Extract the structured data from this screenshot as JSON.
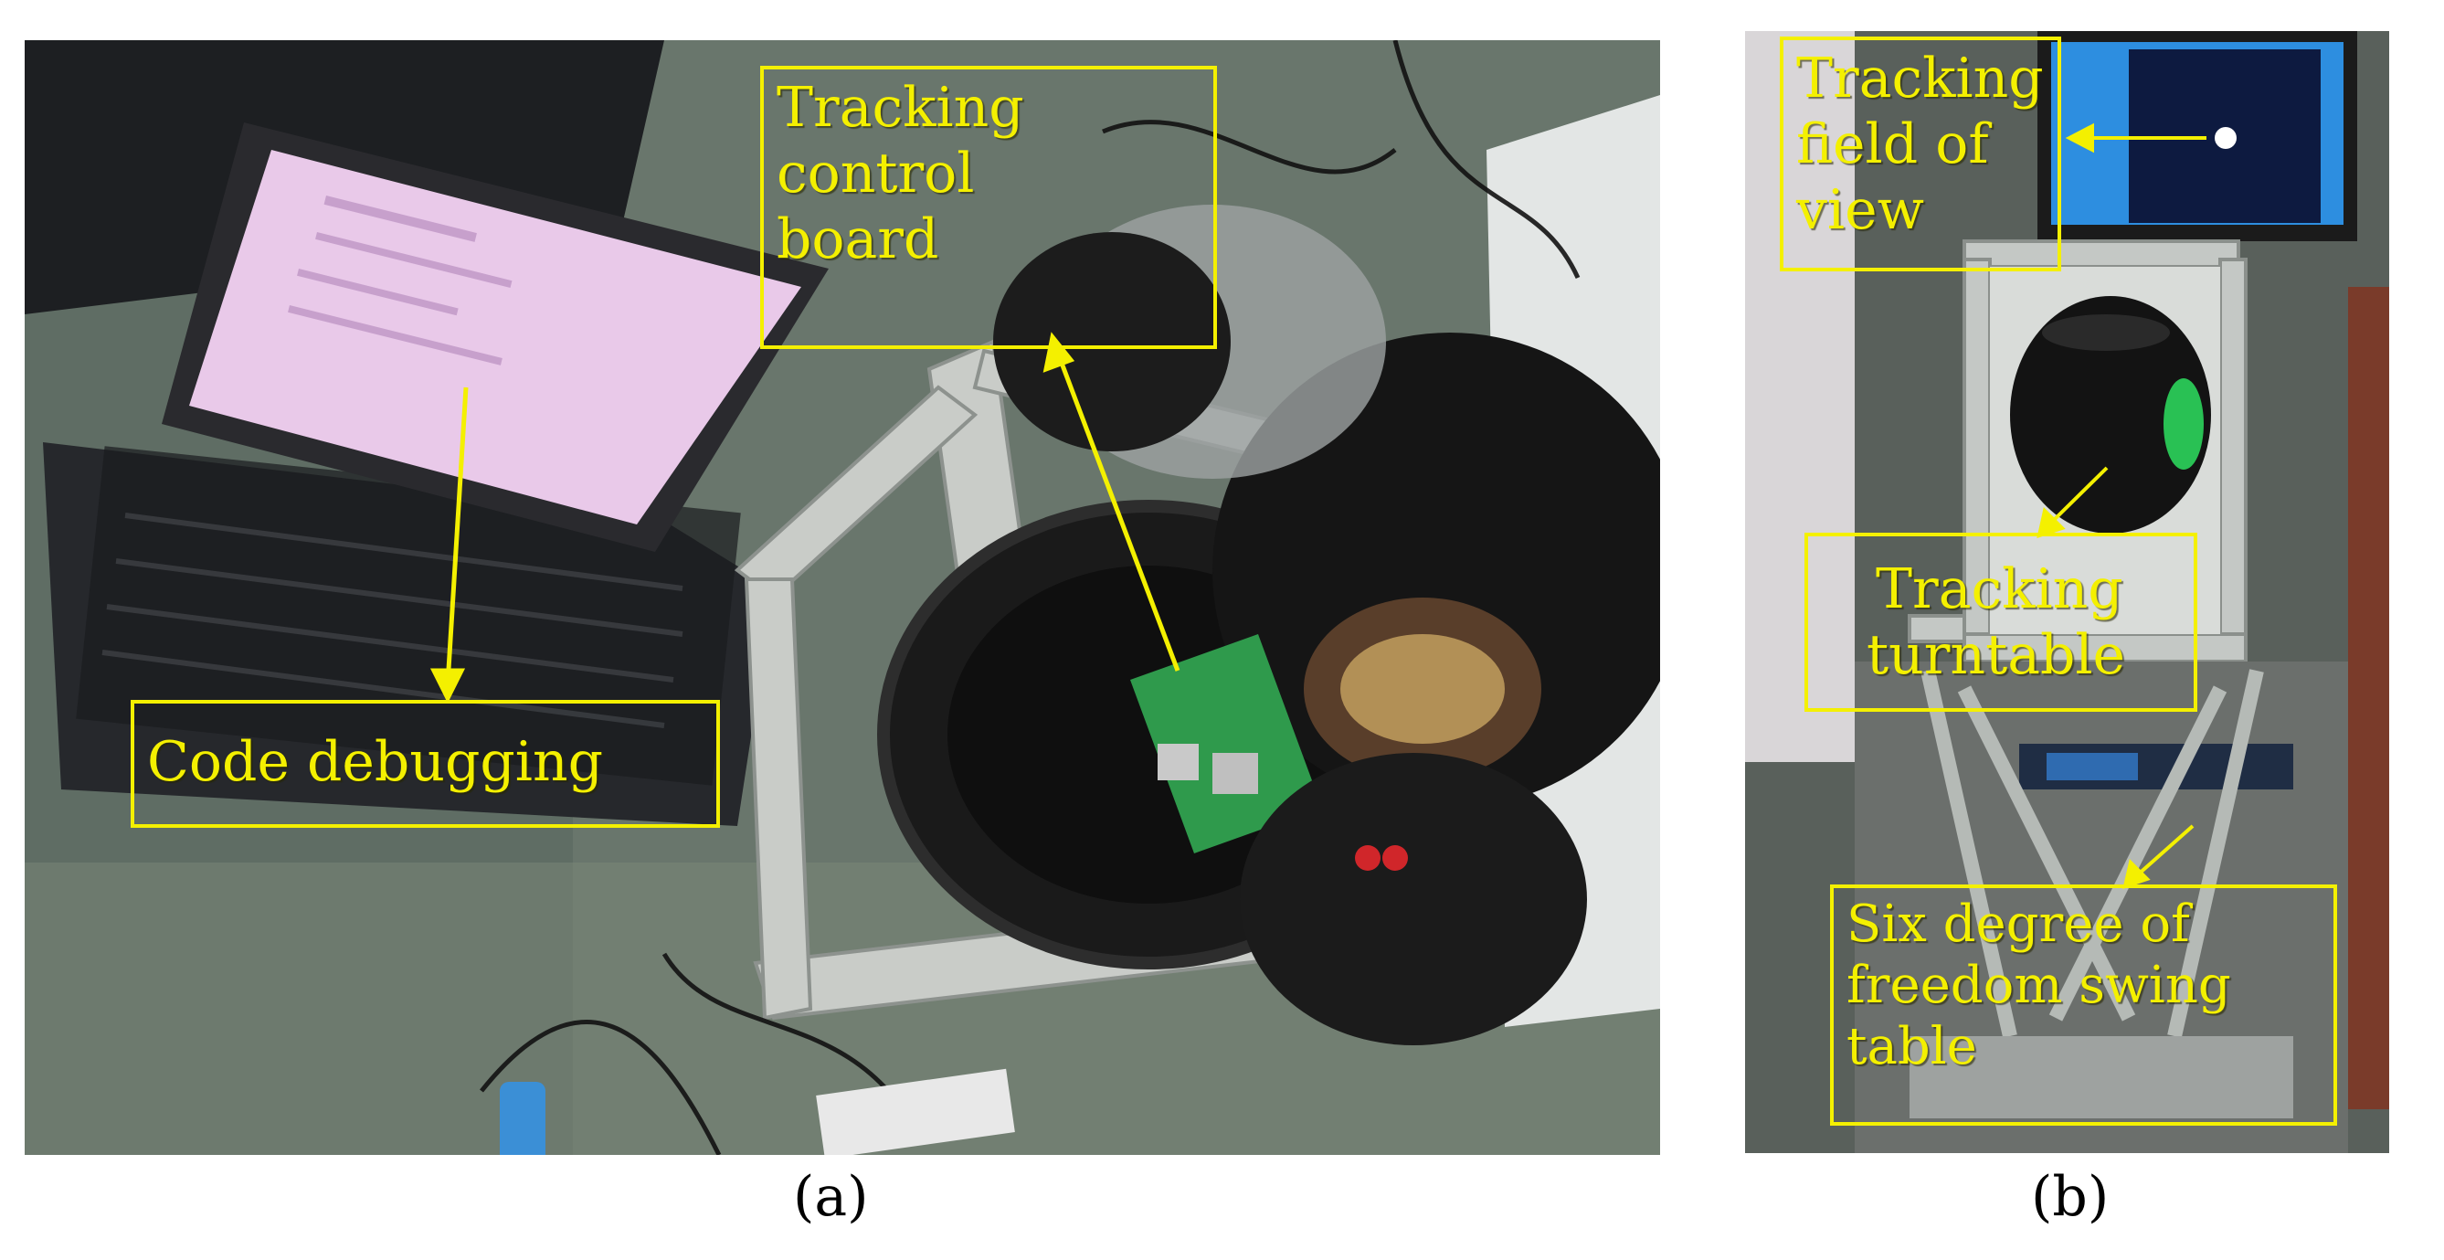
{
  "panel_a": {
    "label": "(a)",
    "callouts": {
      "code_debugging": "Code debugging",
      "tracking_control_board": [
        "Tracking",
        "control",
        "board"
      ]
    }
  },
  "panel_b": {
    "label": "(b)",
    "callouts": {
      "tracking_field_of_view": [
        "Tracking",
        "field of",
        "view"
      ],
      "tracking_turntable": [
        "Tracking",
        "turntable"
      ],
      "six_dof_swing_table": [
        "Six degree of",
        "freedom swing",
        "table"
      ]
    }
  },
  "colors": {
    "callout": "#f4f000",
    "floor": "#5f6d64",
    "laptop_screen": "#e9c9e9",
    "frame_aluminum": "#c9ccc8",
    "dome": "#151515",
    "circuit_board": "#2f9a4c"
  }
}
